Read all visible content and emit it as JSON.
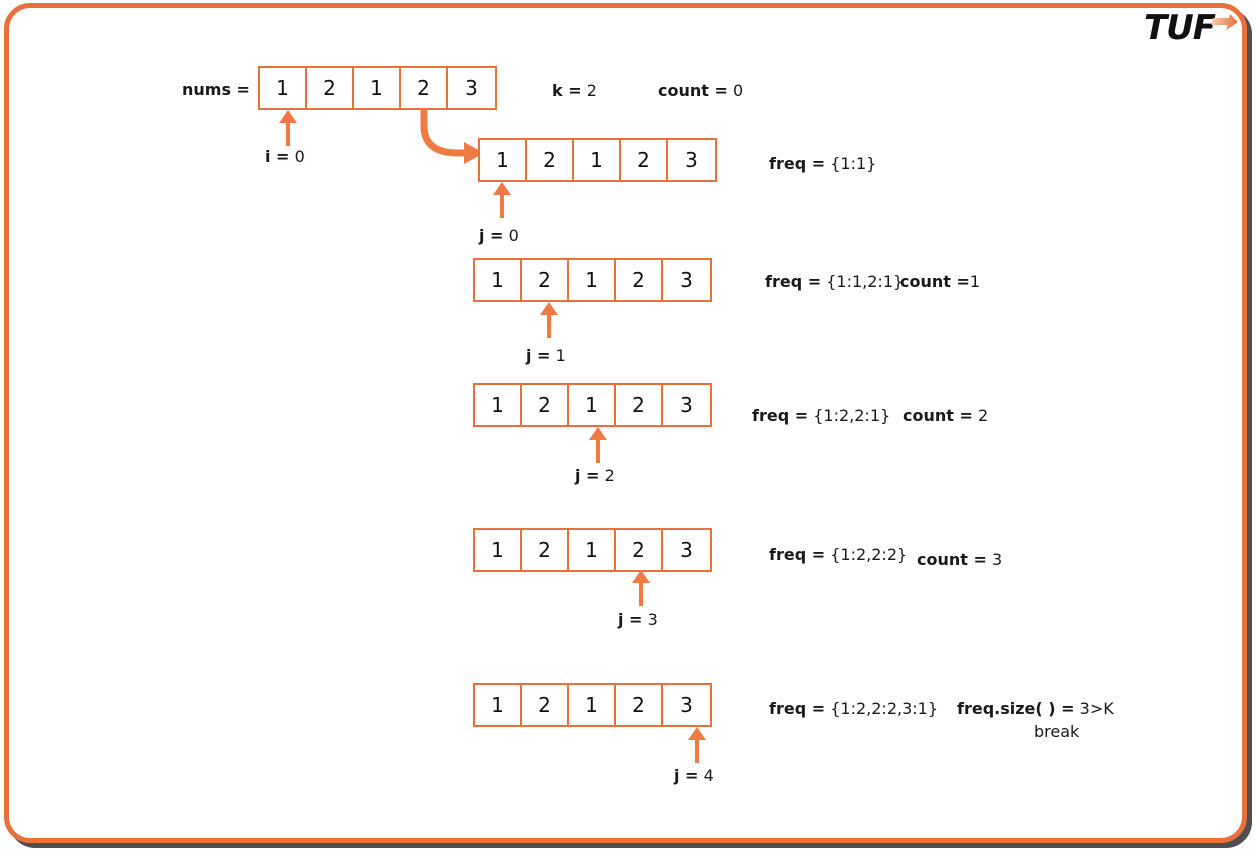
{
  "logo": {
    "text": "TUF",
    "arrow_icon": "arrow-right-icon",
    "accent_color": "#e8703a"
  },
  "frame": {
    "border_color": "#e8703a"
  },
  "header": {
    "nums_label": "nums  =",
    "k_key": "k =",
    "k_value": "2",
    "count_key": "count =",
    "count_value": "0"
  },
  "rows": [
    {
      "id": "row-nums",
      "cells": [
        "1",
        "2",
        "1",
        "2",
        "3"
      ],
      "pointer_key": "i =",
      "pointer_value": "0"
    },
    {
      "id": "row-j0",
      "cells": [
        "1",
        "2",
        "1",
        "2",
        "3"
      ],
      "pointer_key": "j =",
      "pointer_value": "0",
      "freq_key": "freq =",
      "freq_value": "{1:1}"
    },
    {
      "id": "row-j1",
      "cells": [
        "1",
        "2",
        "1",
        "2",
        "3"
      ],
      "pointer_key": "j =",
      "pointer_value": "1",
      "freq_key": "freq =",
      "freq_value": "{1:1,2:1}",
      "count_key": "count =",
      "count_value": "1"
    },
    {
      "id": "row-j2",
      "cells": [
        "1",
        "2",
        "1",
        "2",
        "3"
      ],
      "pointer_key": "j =",
      "pointer_value": "2",
      "freq_key": "freq =",
      "freq_value": "{1:2,2:1}",
      "count_key": "count =",
      "count_value": "2"
    },
    {
      "id": "row-j3",
      "cells": [
        "1",
        "2",
        "1",
        "2",
        "3"
      ],
      "pointer_key": "j =",
      "pointer_value": "3",
      "freq_key": "freq =",
      "freq_value": "{1:2,2:2}",
      "count_key": "count =",
      "count_value": "3"
    },
    {
      "id": "row-j4",
      "cells": [
        "1",
        "2",
        "1",
        "2",
        "3"
      ],
      "pointer_key": "j =",
      "pointer_value": "4",
      "freq_key": "freq =",
      "freq_value": "{1:2,2:2,3:1}",
      "size_key": "freq.size( ) =",
      "size_value": "3>K",
      "break_note": "break"
    }
  ]
}
